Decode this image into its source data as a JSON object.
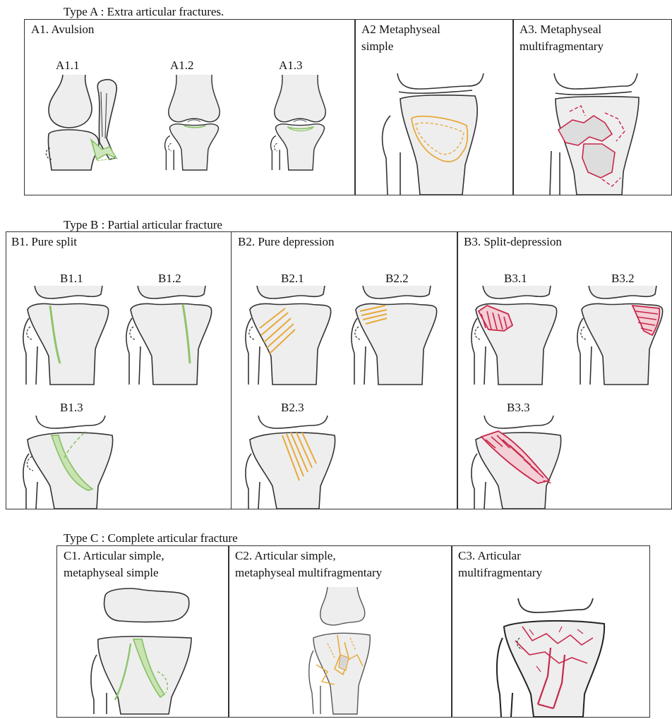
{
  "typeA": {
    "header": "Type A : Extra articular fractures.",
    "panels": {
      "a1": {
        "label": "A1. Avulsion",
        "subs": [
          "A1.1",
          "A1.2",
          "A1.3"
        ]
      },
      "a2": {
        "label_l1": "A2 Metaphyseal",
        "label_l2": "simple"
      },
      "a3": {
        "label_l1": "A3.  Metaphyseal",
        "label_l2": "multifragmentary"
      }
    }
  },
  "typeB": {
    "header": "Type B : Partial articular fracture",
    "panels": {
      "b1": {
        "label": "B1. Pure split",
        "subs": [
          "B1.1",
          "B1.2",
          "B1.3"
        ]
      },
      "b2": {
        "label": "B2. Pure depression",
        "subs": [
          "B2.1",
          "B2.2",
          "B2.3"
        ]
      },
      "b3": {
        "label": "B3.  Split-depression",
        "subs": [
          "B3.1",
          "B3.2",
          "B3.3"
        ]
      }
    }
  },
  "typeC": {
    "header": "Type C : Complete articular fracture",
    "panels": {
      "c1": {
        "label_l1": "C1. Articular simple,",
        "label_l2": "metaphyseal simple"
      },
      "c2": {
        "label_l1": "C2. Articular simple,",
        "label_l2": "metaphyseal multifragmentary"
      },
      "c3": {
        "label_l1": "C3.  Articular",
        "label_l2": "multifragmentary"
      }
    }
  },
  "colors": {
    "green": "#8cc46a",
    "orange": "#e8a93a",
    "red": "#c8284a",
    "bone": "#eeeeee",
    "outline": "#333333"
  }
}
